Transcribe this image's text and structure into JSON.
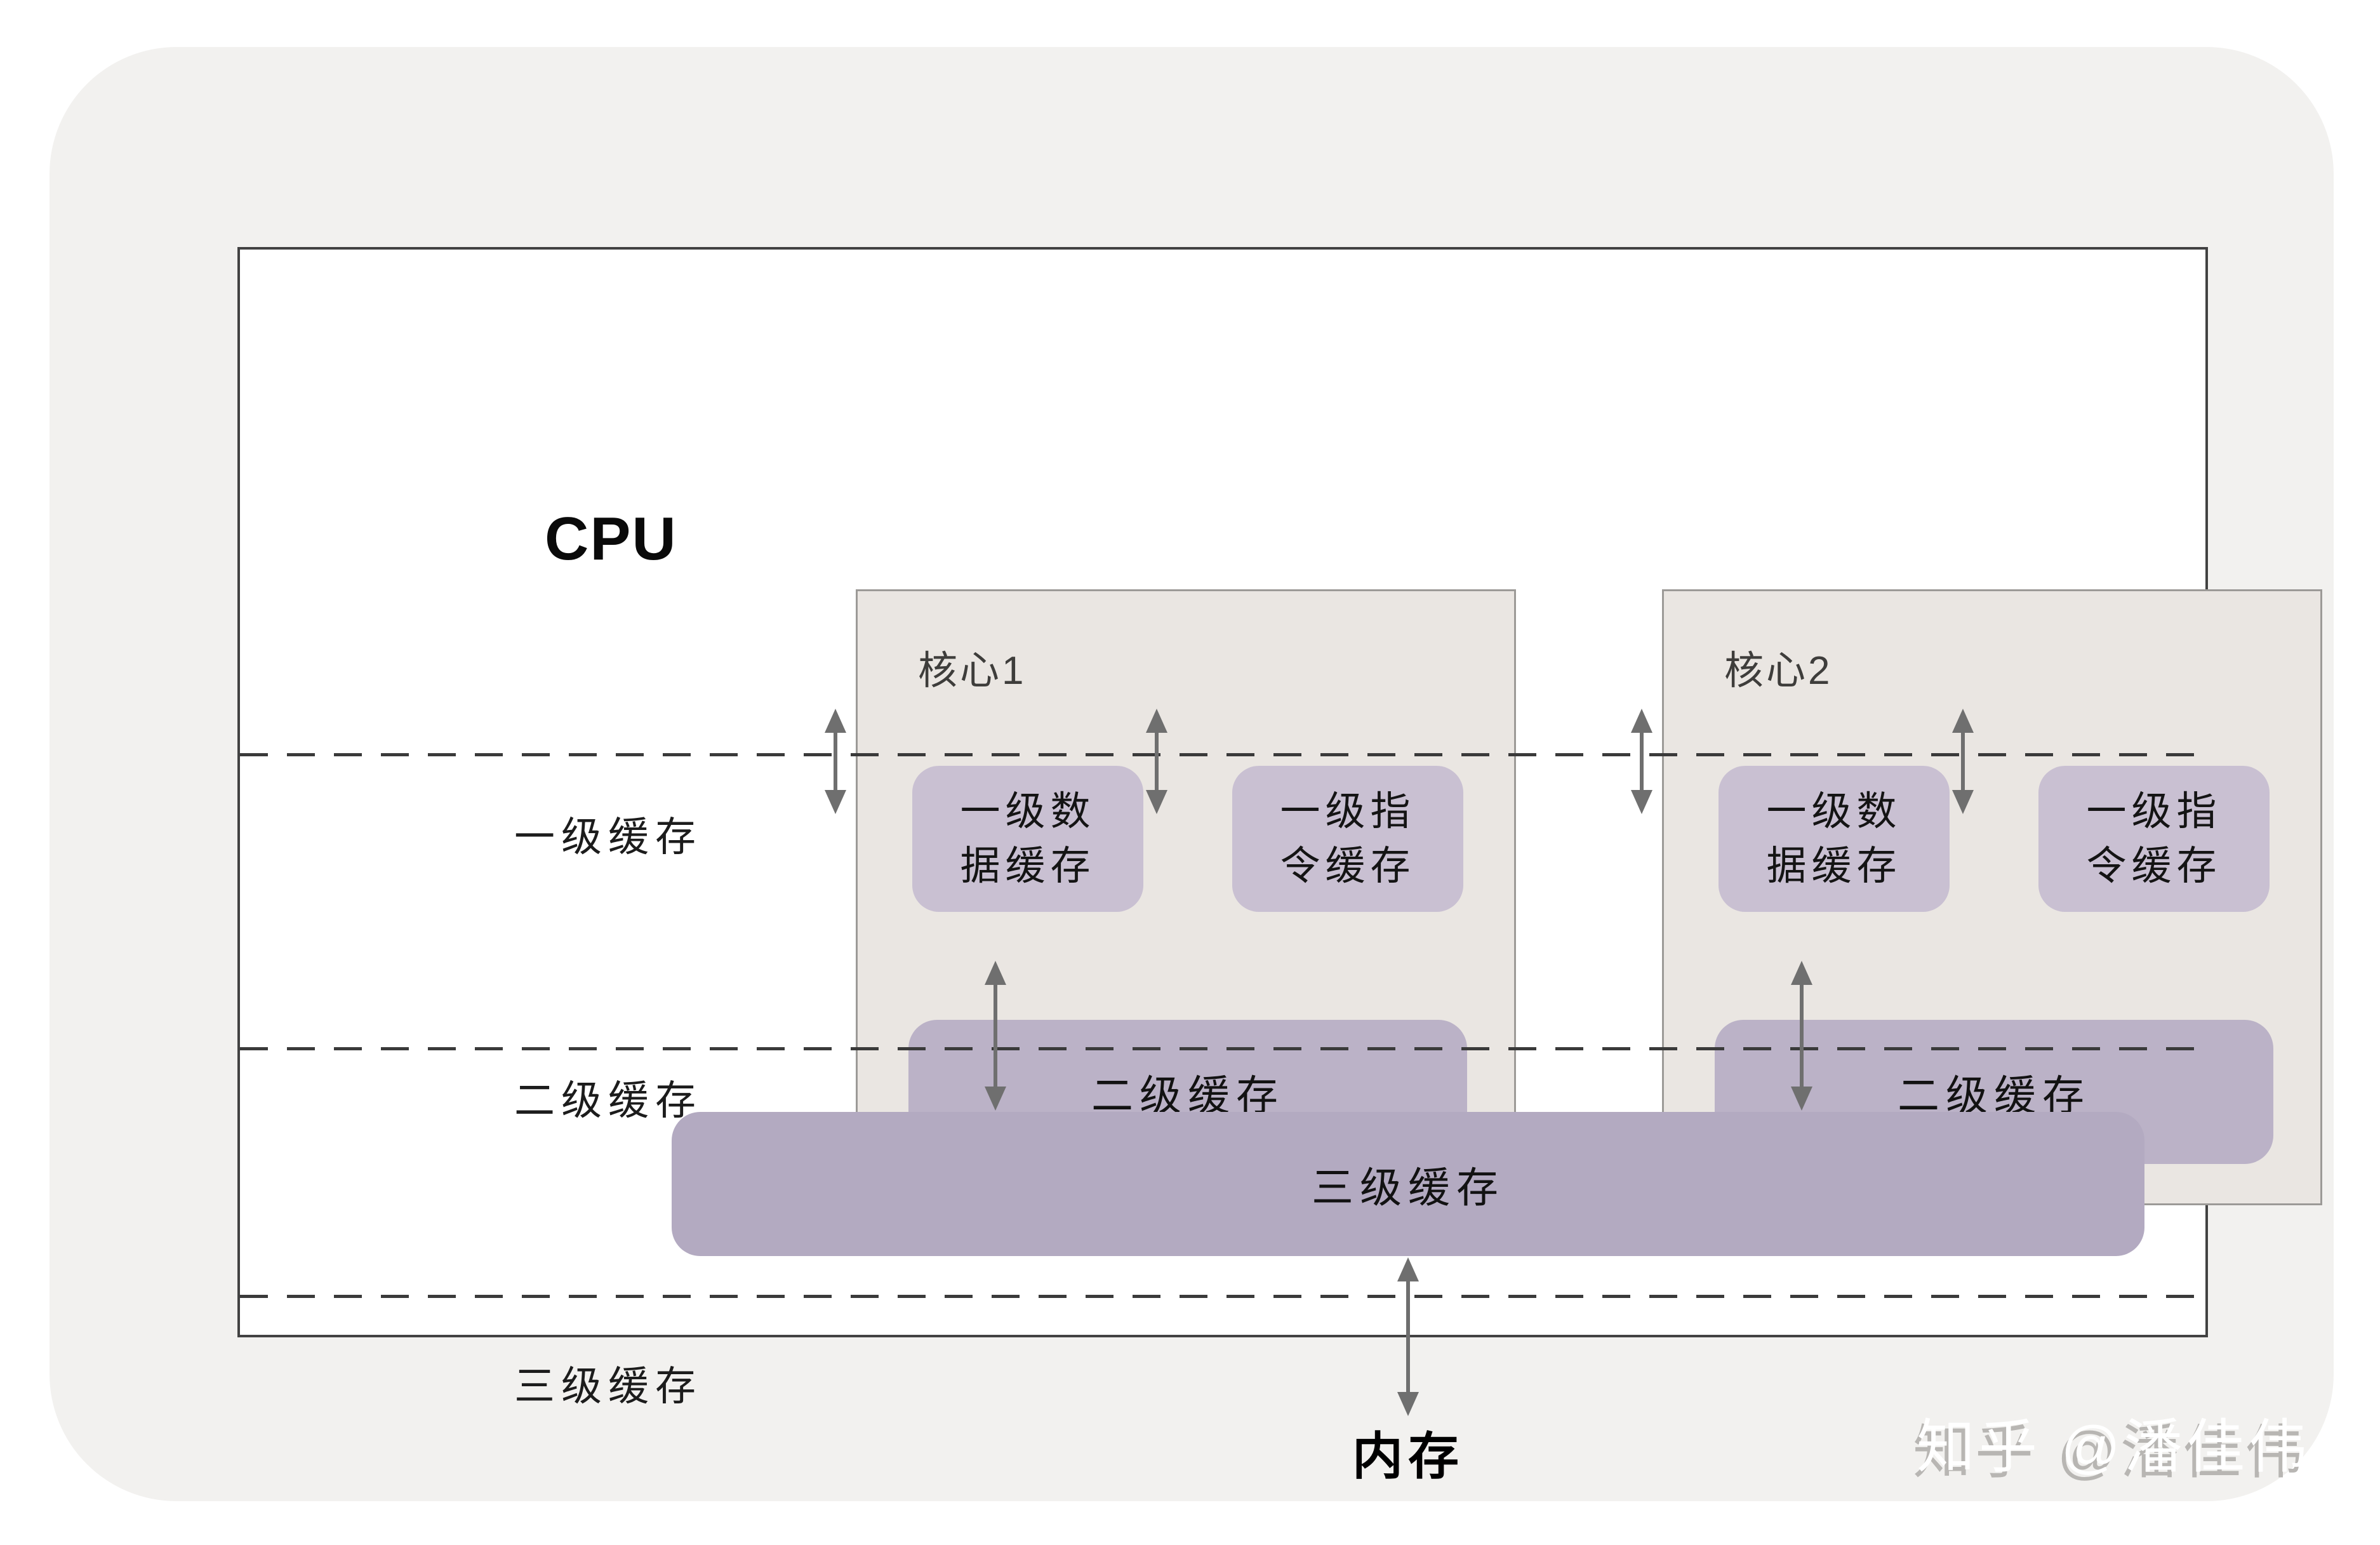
{
  "cpu": {
    "label": "CPU"
  },
  "row_labels": {
    "l1": "一级缓存",
    "l2": "二级缓存",
    "l3": "三级缓存"
  },
  "cores": [
    {
      "name": "核心1",
      "l1_data_line1": "一级数",
      "l1_data_line2": "据缓存",
      "l1_inst_line1": "一级指",
      "l1_inst_line2": "令缓存",
      "l2_label": "二级缓存"
    },
    {
      "name": "核心2",
      "l1_data_line1": "一级数",
      "l1_data_line2": "据缓存",
      "l1_inst_line1": "一级指",
      "l1_inst_line2": "令缓存",
      "l2_label": "二级缓存"
    }
  ],
  "l3_label": "三级缓存",
  "memory_label": "内存",
  "watermark": "知乎 @潘佳伟",
  "colors": {
    "page_bg": "#ffffff",
    "card_bg": "#F2F1EF",
    "cpu_box_bg": "#ffffff",
    "cpu_border": "#424242",
    "core_bg": "#EAE6E2",
    "core_border": "#9C9A97",
    "l1_cache_fill": "#C9C0D2",
    "l2_cache_fill": "#BBB2C7",
    "l3_cache_fill": "#B3AAC1",
    "dashed_line": "#3a3a3a",
    "arrow": "#6F6F6F",
    "watermark_shadow": "#B8B6B3"
  }
}
